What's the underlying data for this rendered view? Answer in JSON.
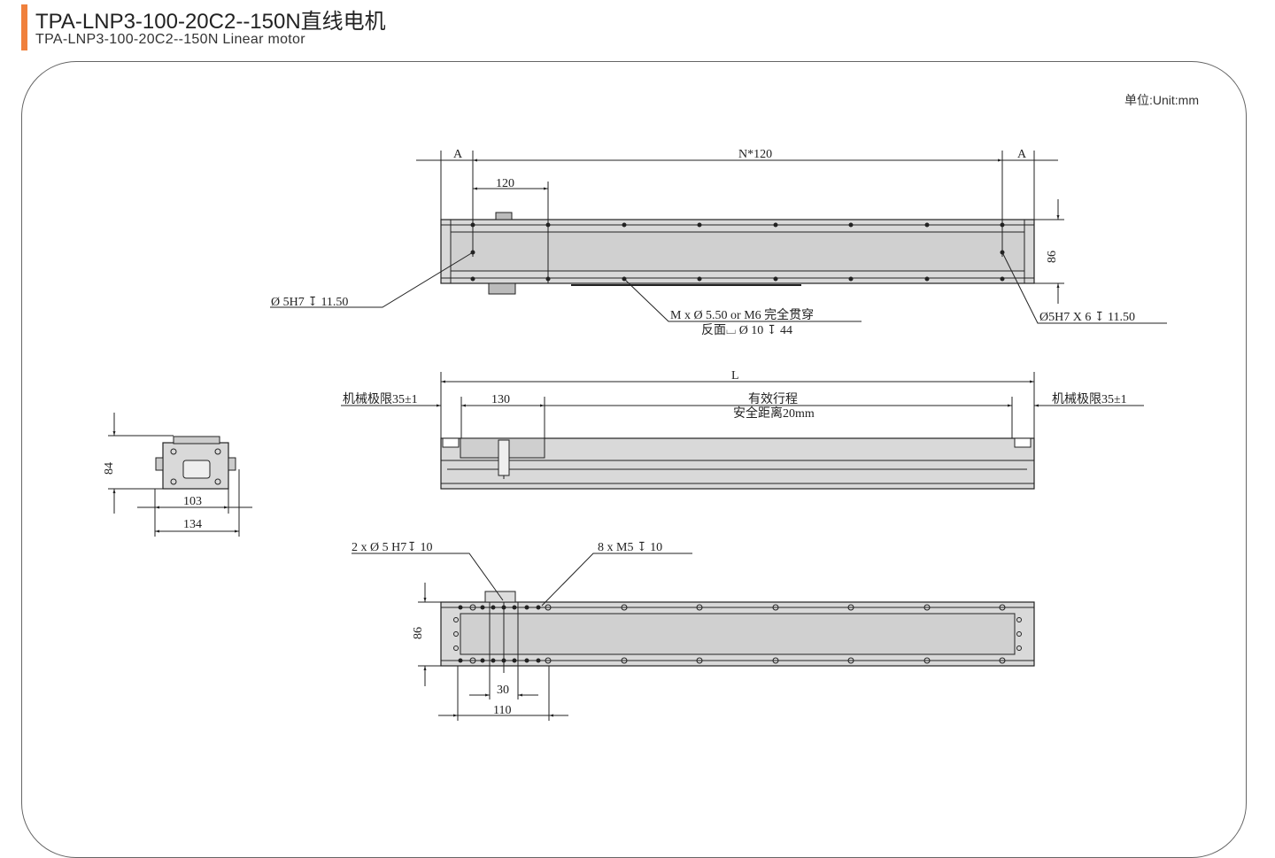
{
  "header": {
    "title": "TPA-LNP3-100-20C2--150N直线电机",
    "subtitle": "TPA-LNP3-100-20C2--150N Linear motor",
    "accent_color": "#f0803c"
  },
  "unit_label": "单位:Unit:mm",
  "top_view": {
    "dim_a_left": "A",
    "dim_n120": "N*120",
    "dim_a_right": "A",
    "dim_120": "120",
    "dim_86": "86",
    "note_left": "Ø 5H7 ↧ 11.50",
    "note_mid_1": "M x Ø 5.50 or M6 完全贯穿",
    "note_mid_2": "反面⌴ Ø 10 ↧ 44",
    "note_right": "Ø5H7 X 6 ↧ 11.50"
  },
  "front_view": {
    "dim_l": "L",
    "limit_left": "机械极限35±1",
    "limit_right": "机械极限35±1",
    "dim_130": "130",
    "stroke_label": "有效行程",
    "safety_label": "安全距离20mm"
  },
  "side_view": {
    "dim_84": "84",
    "dim_103": "103",
    "dim_134": "134"
  },
  "bottom_view": {
    "note_left": "2 x Ø 5 H7↧ 10",
    "note_right": "8 x M5 ↧ 10",
    "dim_86": "86",
    "dim_30": "30",
    "dim_110": "110"
  }
}
